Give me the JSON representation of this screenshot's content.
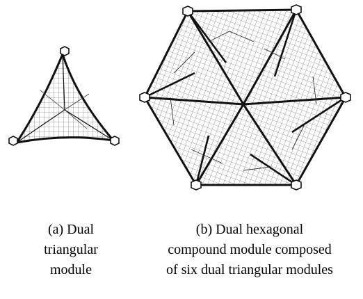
{
  "figure": {
    "caption_a": [
      "(a) Dual",
      "triangular",
      "module"
    ],
    "caption_b": [
      "(b)    Dual hexagonal",
      "compound module composed",
      "of six dual triangular modules"
    ]
  }
}
